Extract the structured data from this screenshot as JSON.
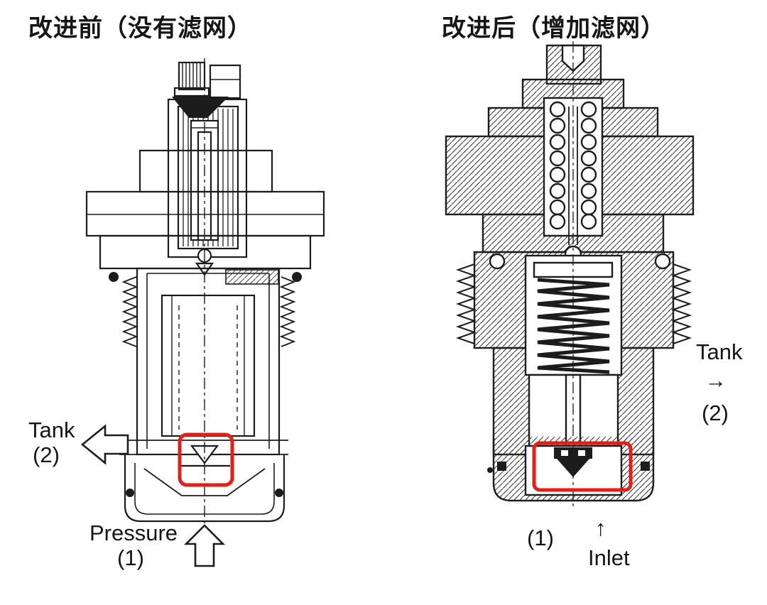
{
  "colors": {
    "highlight": "#e02019",
    "line": "#1c1c1c",
    "bg": "#ffffff"
  },
  "left_panel": {
    "title": "改进前（没有滤网）",
    "tank_label": "Tank",
    "tank_port": "(2)",
    "pressure_label": "Pressure",
    "pressure_port": "(1)"
  },
  "right_panel": {
    "title": "改进后（增加滤网）",
    "tank_label": "Tank",
    "tank_arrow": "→",
    "tank_port": "(2)",
    "inlet_port": "(1)",
    "inlet_arrow": "↑",
    "inlet_label": "Inlet"
  }
}
